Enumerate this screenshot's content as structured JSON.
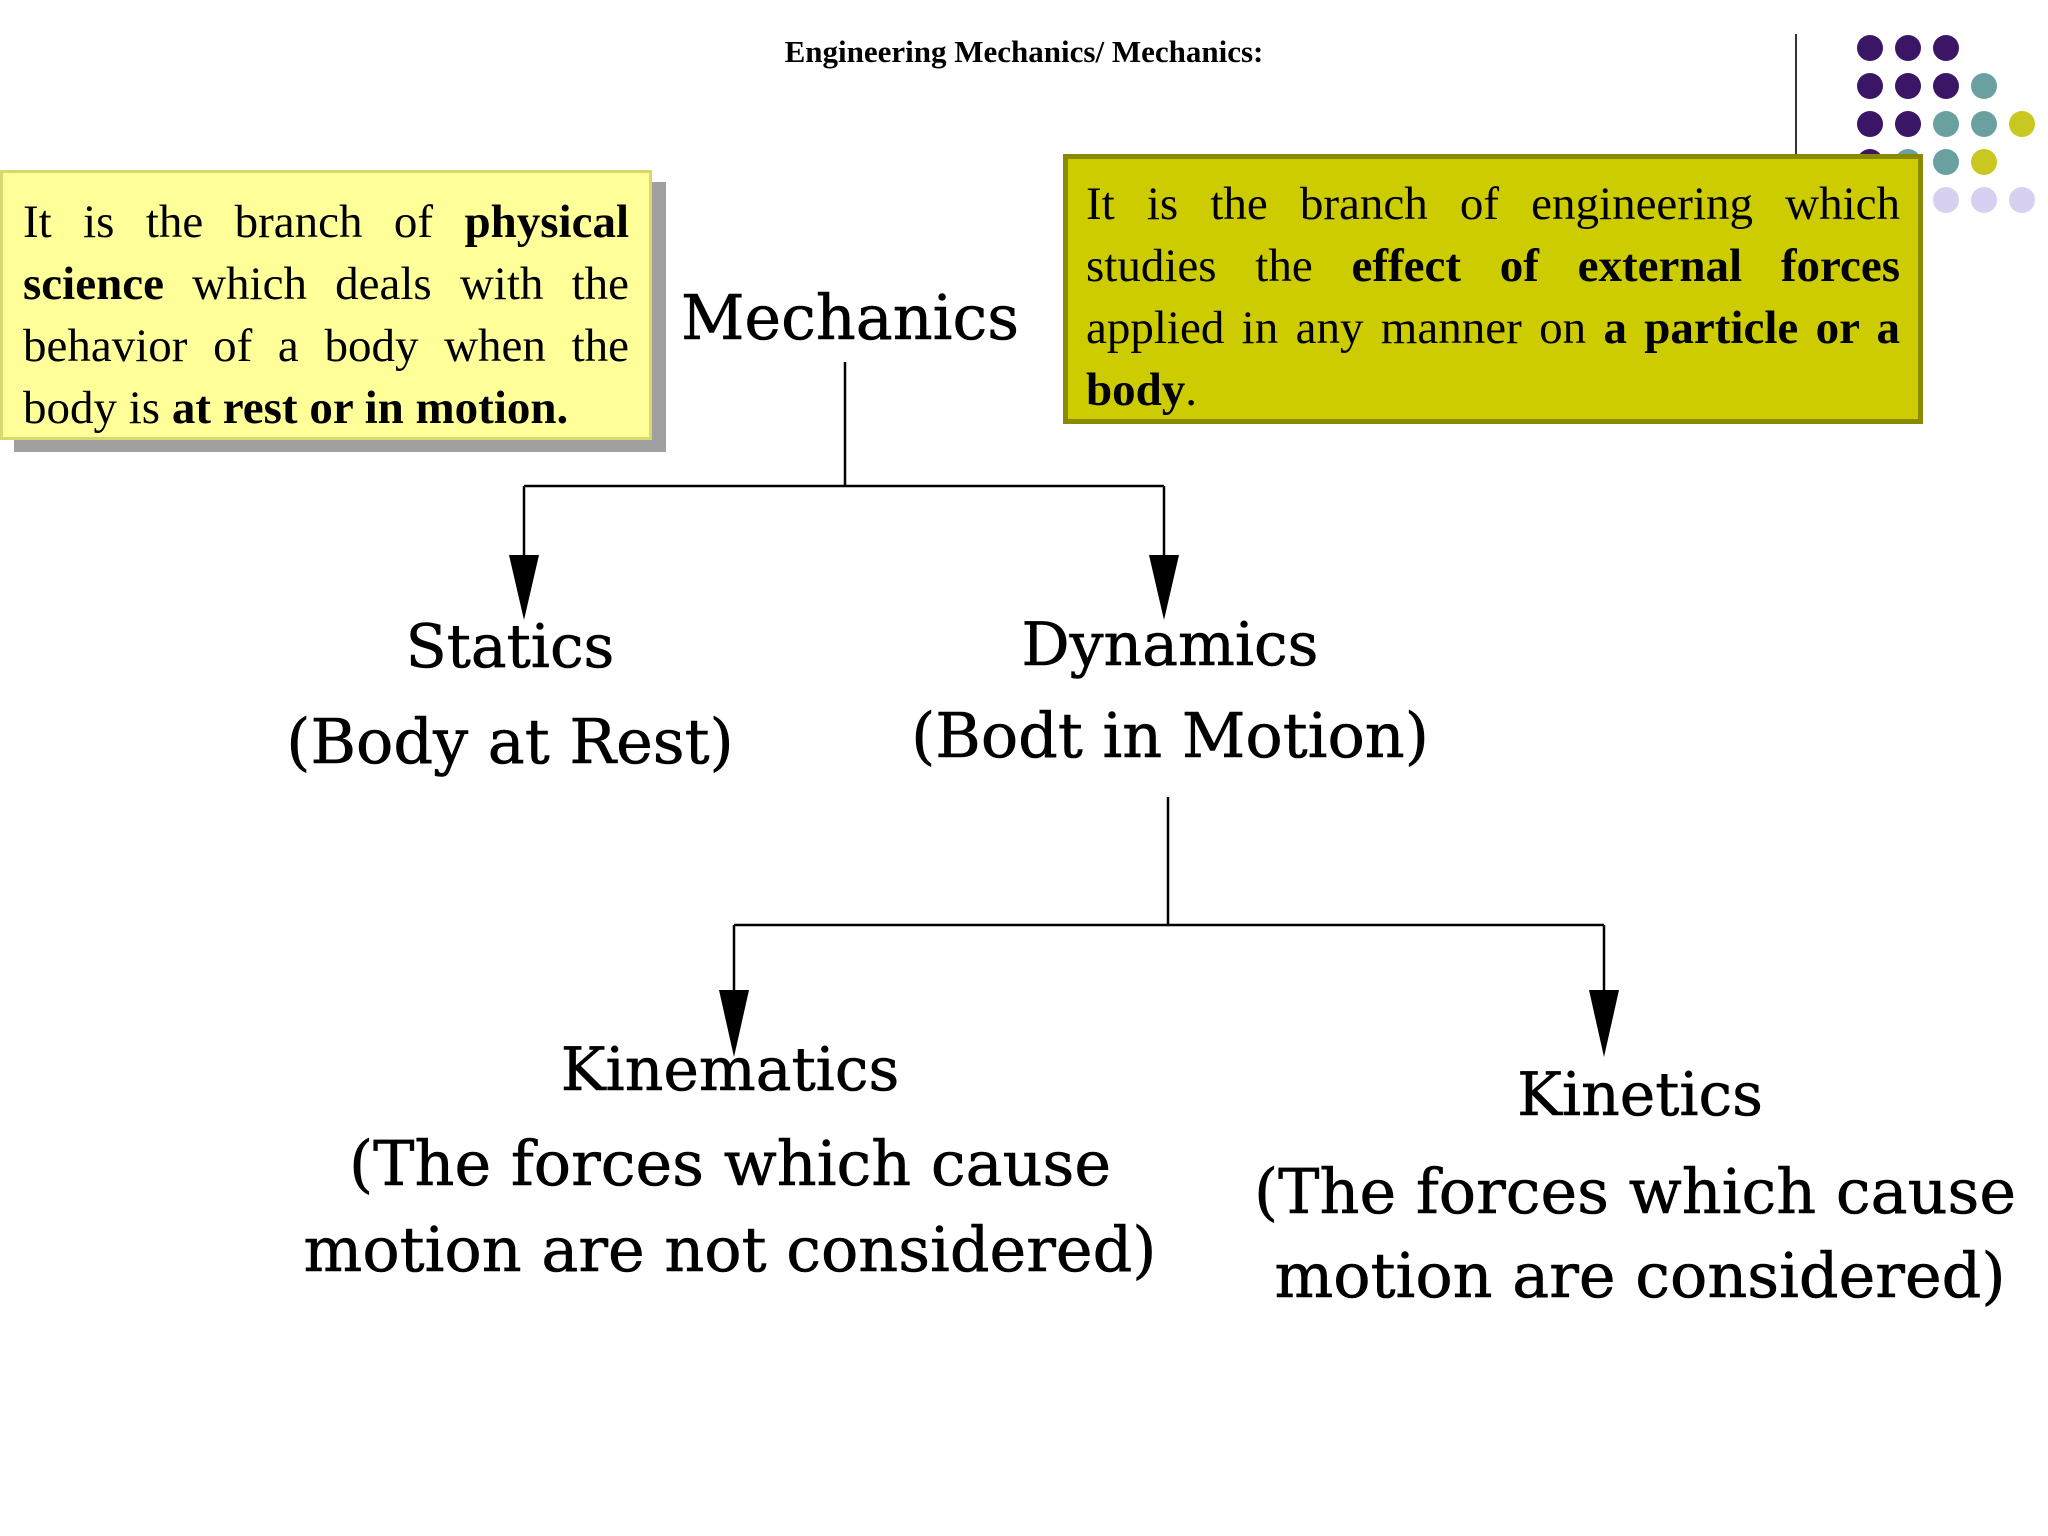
{
  "header": {
    "title": "Engineering Mechanics/ Mechanics:"
  },
  "box_left": {
    "t1": "It is the branch of ",
    "b1": "physical science",
    "t2": " which deals with the behavior of a body when the body is ",
    "b2": "at rest or in motion."
  },
  "box_right": {
    "t1": "It is the branch of engineering which studies the ",
    "b1": "effect of external forces",
    "t2": " applied in any manner on ",
    "b2": "a particle or a body",
    "t3": "."
  },
  "tree": {
    "root": "Mechanics",
    "statics": {
      "label": "Statics",
      "desc": "(Body at Rest)"
    },
    "dynamics": {
      "label": "Dynamics",
      "desc": "(Bodt in Motion)"
    },
    "kinematics": {
      "label": "Kinematics",
      "desc1": "(The forces which cause",
      "desc2": "motion are not considered)"
    },
    "kinetics": {
      "label": "Kinetics",
      "desc1": "(The forces which cause",
      "desc2": "motion are considered)"
    }
  },
  "colors": {
    "box_left_bg": "#ffff99",
    "box_right_bg": "#cccc00",
    "dot_purple": "#3b1566",
    "dot_teal": "#6aa0a0",
    "dot_olive": "#c8c820",
    "dot_lavender": "#d8d0f0"
  }
}
